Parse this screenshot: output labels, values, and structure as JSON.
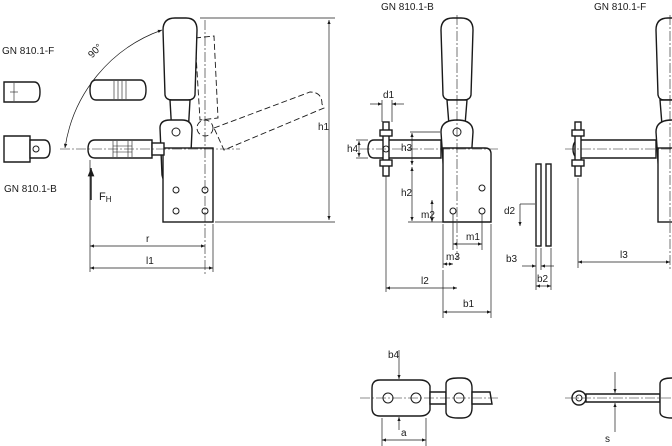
{
  "views": {
    "side_a": {
      "label": "GN 810.1-F"
    },
    "side_b": {
      "label": "GN 810.1-B"
    },
    "top_b": {
      "label": "GN 810.1-B"
    },
    "top_f": {
      "label": "GN 810.1-F"
    }
  },
  "angle": "90°",
  "force": {
    "main": "F",
    "sub": "H"
  },
  "dims": {
    "r": "r",
    "l1": "l1",
    "h1": "h1",
    "d1": "d1",
    "h4": "h4",
    "h3": "h3",
    "h2": "h2",
    "m2": "m2",
    "m1": "m1",
    "m3": "m3",
    "l2": "l2",
    "b1": "b1",
    "d2": "d2",
    "b3": "b3",
    "b2": "b2",
    "l3": "l3",
    "b4": "b4",
    "a": "a",
    "s": "s"
  }
}
